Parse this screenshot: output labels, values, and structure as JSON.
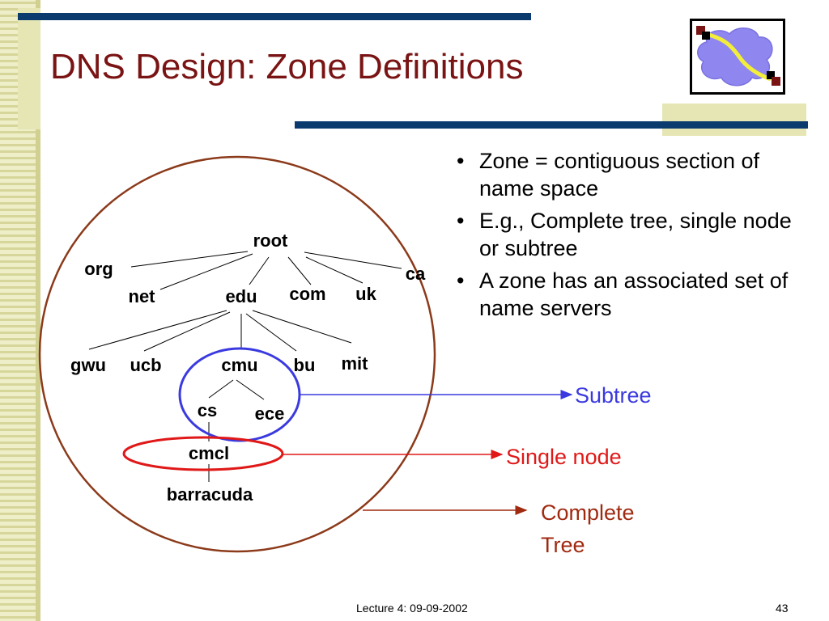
{
  "slide": {
    "title": "DNS Design: Zone Definitions",
    "bullets": [
      "Zone = contiguous section of name space",
      "E.g., Complete tree, single node or subtree",
      "A zone has an associated set of name servers"
    ],
    "footer_left": "Lecture 4: 09-09-2002",
    "page_number": "43",
    "logo_icon": "network-cloud-icon"
  },
  "tree": {
    "nodes": {
      "root": "root",
      "org": "org",
      "net": "net",
      "edu": "edu",
      "com": "com",
      "uk": "uk",
      "ca": "ca",
      "gwu": "gwu",
      "ucb": "ucb",
      "cmu": "cmu",
      "bu": "bu",
      "mit": "mit",
      "cs": "cs",
      "ece": "ece",
      "cmcl": "cmcl",
      "barracuda": "barracuda"
    },
    "callouts": {
      "subtree": "Subtree",
      "single_node": "Single node",
      "complete_tree_line1": "Complete",
      "complete_tree_line2": "Tree"
    },
    "colors": {
      "outer_circle": "#8b3a1a",
      "subtree_ring": "#3a3ae0",
      "single_node_ring": "#e01818",
      "complete_tree_arrow": "#a02a10",
      "title": "#7a1414",
      "bars": "#0b3a6e",
      "tan": "#e6e6b4"
    }
  }
}
